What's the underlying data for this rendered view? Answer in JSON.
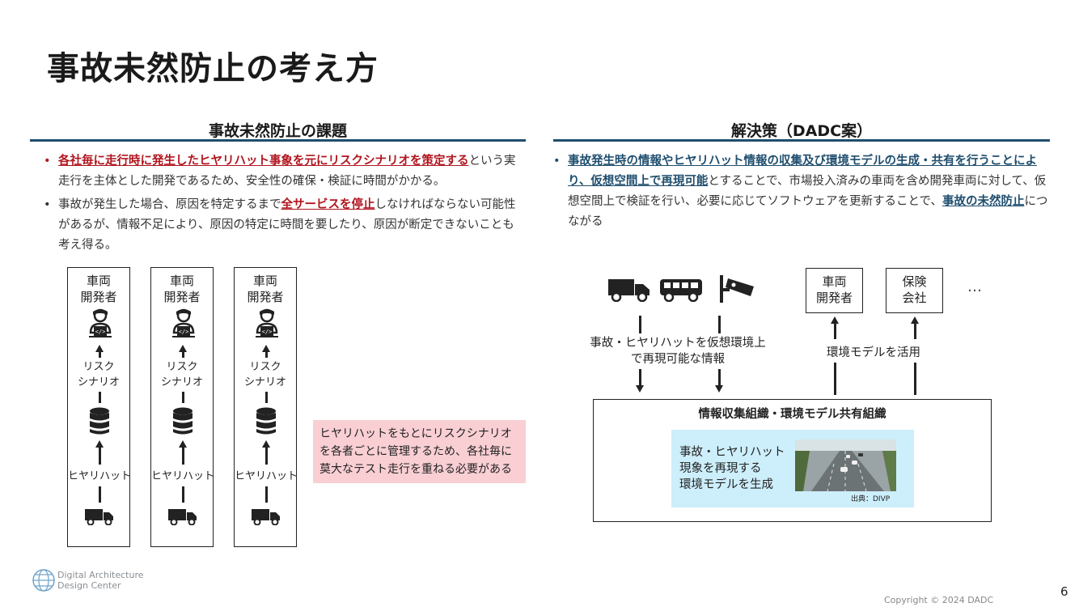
{
  "title": "事故未然防止の考え方",
  "left": {
    "heading": "事故未然防止の課題",
    "b1_hl": "各社毎に走行時に発生したヒヤリハット事象を元にリスクシナリオを策定する",
    "b1_rest": "という実走行を主体とした開発であるため、安全性の確保・検証に時間がかかる。",
    "b2_pre": "事故が発生した場合、原因を特定するまで",
    "b2_hl": "全サービスを停止",
    "b2_rest": "しなければならない可能性があるが、情報不足により、原因の特定に時間を要したり、原因が断定できないことも考え得る。",
    "columns": [
      {
        "label": "車両\n開発者",
        "risk": "リスク\nシナリオ",
        "hiyari": "ヒヤリハット"
      },
      {
        "label": "車両\n開発者",
        "risk": "リスク\nシナリオ",
        "hiyari": "ヒヤリハット"
      },
      {
        "label": "車両\n開発者",
        "risk": "リスク\nシナリオ",
        "hiyari": "ヒヤリハット"
      }
    ],
    "note": "ヒヤリハットをもとにリスクシナリオを各者ごとに管理するため、各社毎に莫大なテスト走行を重ねる必要がある"
  },
  "right": {
    "heading": "解決策（DADC案）",
    "b1_hl": "事故発生時の情報やヒヤリハット情報の収集及び環境モデルの生成・共有を行うことにより、仮想空間上で再現可能",
    "b1_mid": "とすることで、市場投入済みの車両を含め開発車両に対して、仮想空間上で検証を行い、必要に応じてソフトウェアを更新することで、",
    "b1_hl2": "事故の未然防止",
    "b1_end": "につながる",
    "flow_label_left": "事故・ヒヤリハットを仮想環境上\nで再現可能な情報",
    "flow_label_right": "環境モデルを活用",
    "box_dev": "車両\n開発者",
    "box_ins": "保険\n会社",
    "ellipsis": "…",
    "org_title": "情報収集組織・環境モデル共有組織",
    "inner_text": "事故・ヒヤリハット\n現象を再現する\n環境モデルを生成",
    "source": "出典：DIVP"
  },
  "footer": {
    "logo_line1": "Digital Architecture",
    "logo_line2": "Design Center",
    "copyright": "Copyright ©  2024 DADC",
    "page": "6"
  },
  "colors": {
    "accent_red": "#b0151e",
    "accent_blue": "#1f4e6e",
    "note_pink": "#f9cfd4",
    "inner_cyan": "#cdeefb"
  }
}
